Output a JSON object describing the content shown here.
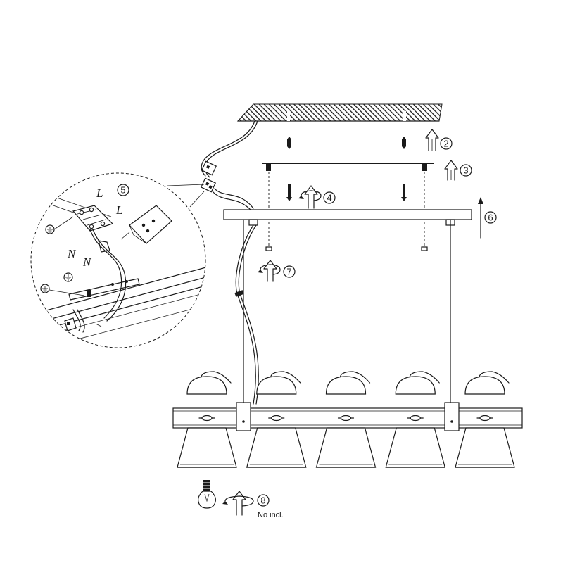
{
  "steps": [
    {
      "num": "2"
    },
    {
      "num": "3"
    },
    {
      "num": "4"
    },
    {
      "num": "5"
    },
    {
      "num": "6"
    },
    {
      "num": "7"
    },
    {
      "num": "8"
    }
  ],
  "wiring_labels": {
    "live_1": "L",
    "live_2": "L",
    "neutral_1": "N",
    "neutral_2": "N"
  },
  "bulb_note": "No incl.",
  "shade_count": 5
}
